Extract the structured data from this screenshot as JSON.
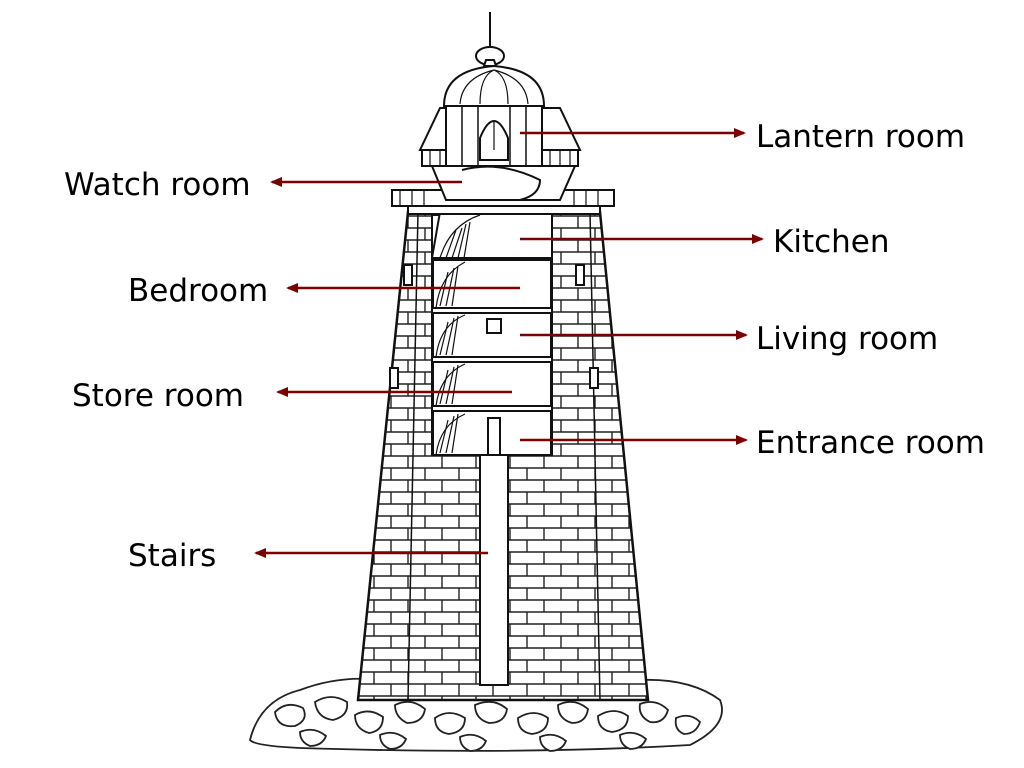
{
  "colors": {
    "arrow": "#7a0000",
    "ink": "#111111",
    "background": "#ffffff"
  },
  "labels": {
    "lantern_room": "Lantern room",
    "watch_room": "Watch room",
    "kitchen": "Kitchen",
    "bedroom": "Bedroom",
    "living_room": "Living room",
    "store_room": "Store room",
    "entrance_room": "Entrance room",
    "stairs": "Stairs"
  }
}
